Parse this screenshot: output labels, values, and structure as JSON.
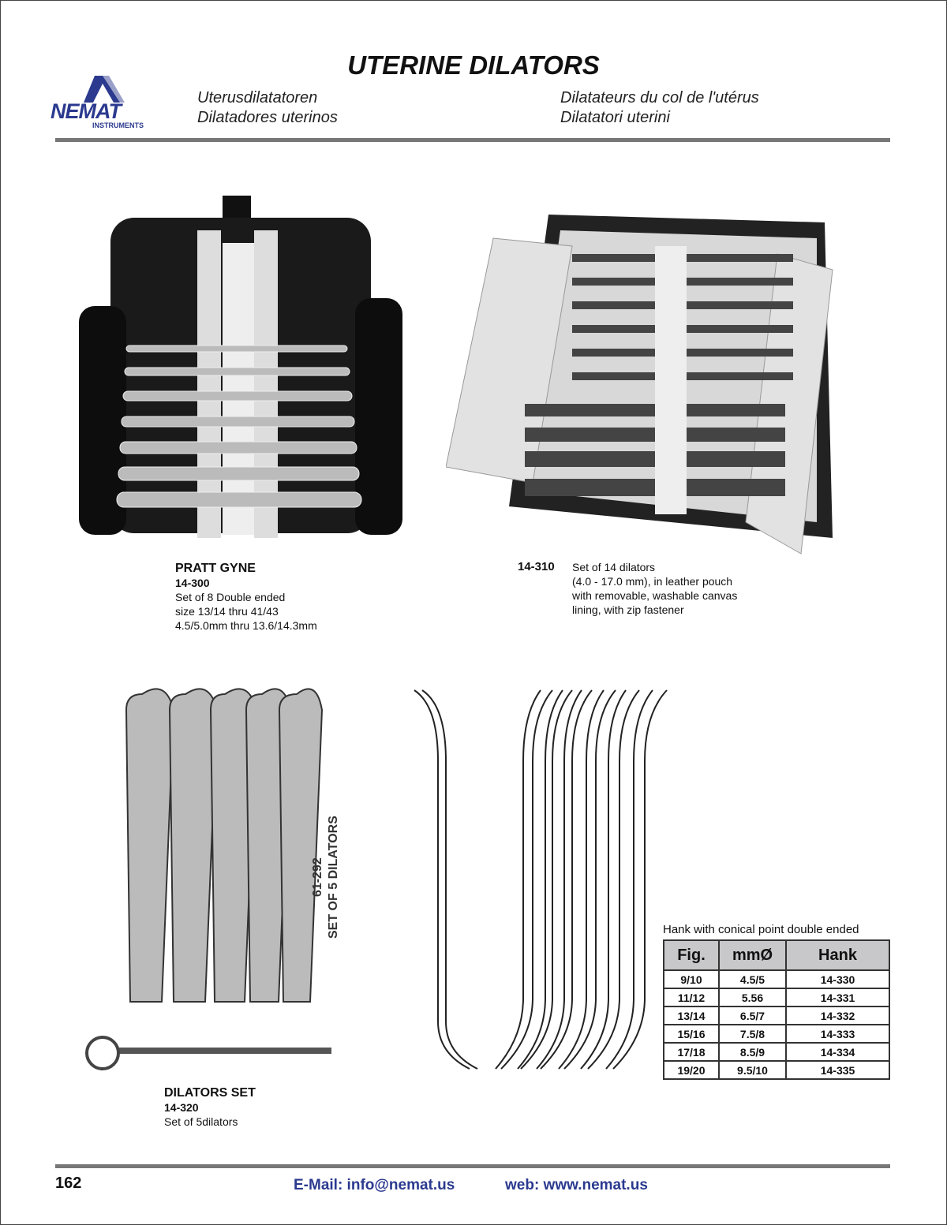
{
  "header": {
    "title": "UTERINE DILATORS",
    "subtitles": [
      "Uterusdilatatoren",
      "Dilatadores uterinos",
      "Dilatateurs du col de l'utérus",
      "Dilatatori uterini"
    ]
  },
  "logo": {
    "name": "NEMAT",
    "sub": "INSTRUMENTS"
  },
  "products": [
    {
      "name": "PRATT GYNE",
      "code": "14-300",
      "lines": [
        "Set of 8 Double ended",
        "size 13/14 thru 41/43",
        "4.5/5.0mm thru 13.6/14.3mm"
      ]
    },
    {
      "code": "14-310",
      "lines": [
        "Set of 14 dilators",
        "(4.0 - 17.0 mm), in leather pouch",
        "with removable, washable canvas",
        "lining, with zip fastener"
      ]
    },
    {
      "name": "DILATORS SET",
      "code": "14-320",
      "lines": [
        "Set of 5dilators"
      ],
      "image_label": [
        "61-292",
        "SET OF 5 DILATORS"
      ]
    }
  ],
  "table": {
    "caption": "Hank with conical point double ended",
    "headers": [
      "Fig.",
      "mmØ",
      "Hank"
    ],
    "rows": [
      [
        "9/10",
        "4.5/5",
        "14-330"
      ],
      [
        "11/12",
        "5.56",
        "14-331"
      ],
      [
        "13/14",
        "6.5/7",
        "14-332"
      ],
      [
        "15/16",
        "7.5/8",
        "14-333"
      ],
      [
        "17/18",
        "8.5/9",
        "14-334"
      ],
      [
        "19/20",
        "9.5/10",
        "14-335"
      ]
    ]
  },
  "footer": {
    "page": "162",
    "email": "E-Mail: info@nemat.us",
    "web": "web: www.nemat.us"
  }
}
